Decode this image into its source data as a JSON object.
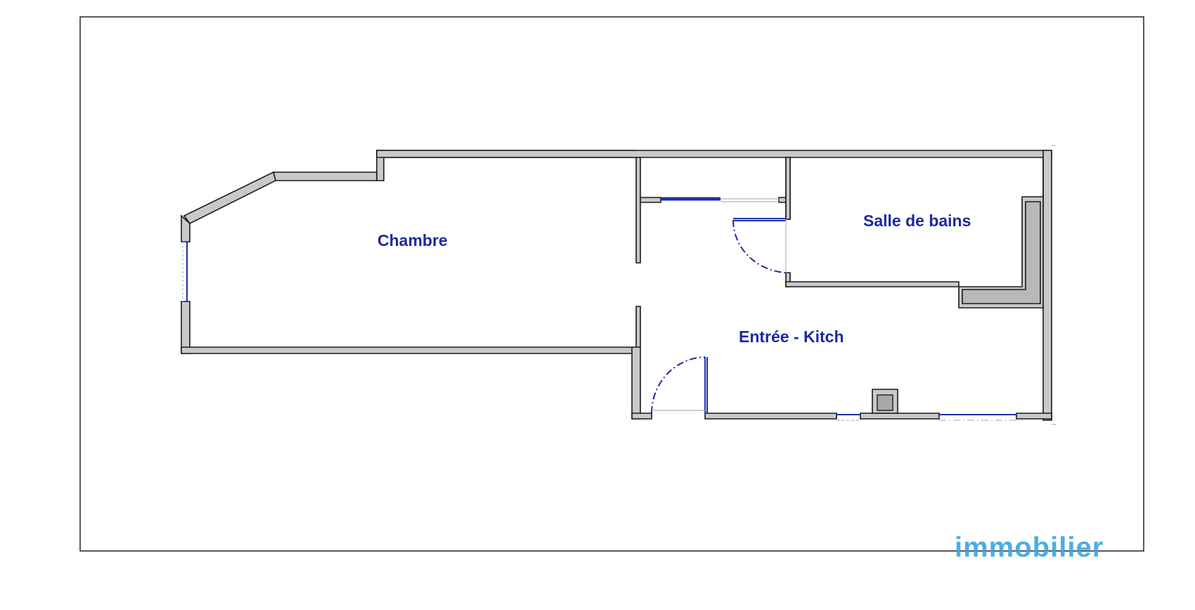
{
  "rooms": {
    "chambre": "Chambre",
    "salle_de_bains": "Salle de bains",
    "entree_kitch": "Entrée - Kitch"
  },
  "watermark": {
    "text": "immobilier"
  },
  "colors": {
    "label": "#1c2a9e",
    "wall_fill": "#c9c9c9",
    "wall_stroke": "#1a1a1a",
    "window": "#1f2fa8",
    "sliding_door": "#1f2fa8",
    "door_swing": "#1c2a9e",
    "watermark": "#3aa7dd",
    "frame": "#000000"
  },
  "icons": {
    "watermark": "immobilier-logo"
  }
}
